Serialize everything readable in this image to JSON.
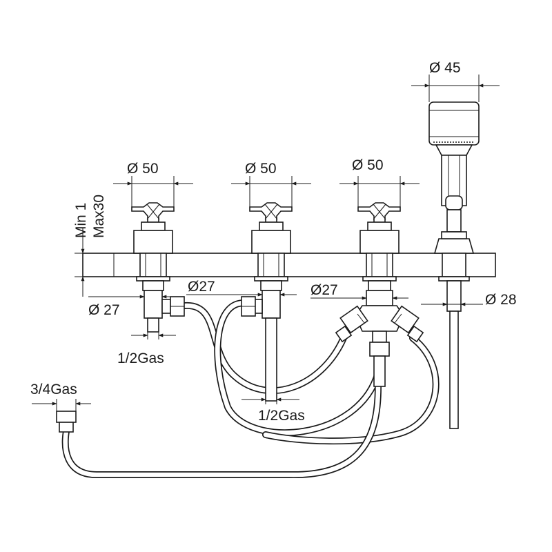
{
  "colors": {
    "line": "#1a1a1a",
    "background": "#ffffff"
  },
  "labels": {
    "handle_1_diameter": "Ø 50",
    "handle_2_diameter": "Ø 50",
    "handle_3_diameter": "Ø 50",
    "shower_head_diameter": "Ø 45",
    "deck_min": "Min 1",
    "deck_max": "Max30",
    "valve_1_diameter": "Ø 27",
    "valve_2_diameter": "Ø27",
    "valve_3_diameter": "Ø27",
    "shower_shank_diameter": "Ø 28",
    "valve_1_thread": "1/2Gas",
    "valve_2_thread": "1/2Gas",
    "supply_thread": "3/4Gas"
  }
}
